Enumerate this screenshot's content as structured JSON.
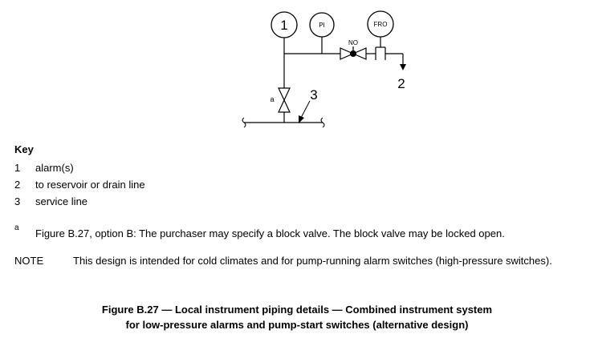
{
  "diagram": {
    "instrument_1": "1",
    "instrument_pi": "PI",
    "instrument_fro": "FRO",
    "valve_no_label": "NO",
    "callout_2": "2",
    "callout_3": "3",
    "footnote_marker": "a"
  },
  "key": {
    "title": "Key",
    "items": [
      {
        "num": "1",
        "text": "alarm(s)"
      },
      {
        "num": "2",
        "text": "to reservoir or drain line"
      },
      {
        "num": "3",
        "text": "service line"
      }
    ]
  },
  "footnote": {
    "marker": "a",
    "text": "Figure B.27, option B: The purchaser may specify a block valve. The block valve may be locked open."
  },
  "note": {
    "label": "NOTE",
    "text": "This design is intended for cold climates and for pump-running alarm switches (high-pressure switches)."
  },
  "caption": {
    "line1": "Figure B.27 — Local instrument piping details — Combined instrument system",
    "line2": "for low-pressure alarms and pump-start switches (alternative design)"
  }
}
